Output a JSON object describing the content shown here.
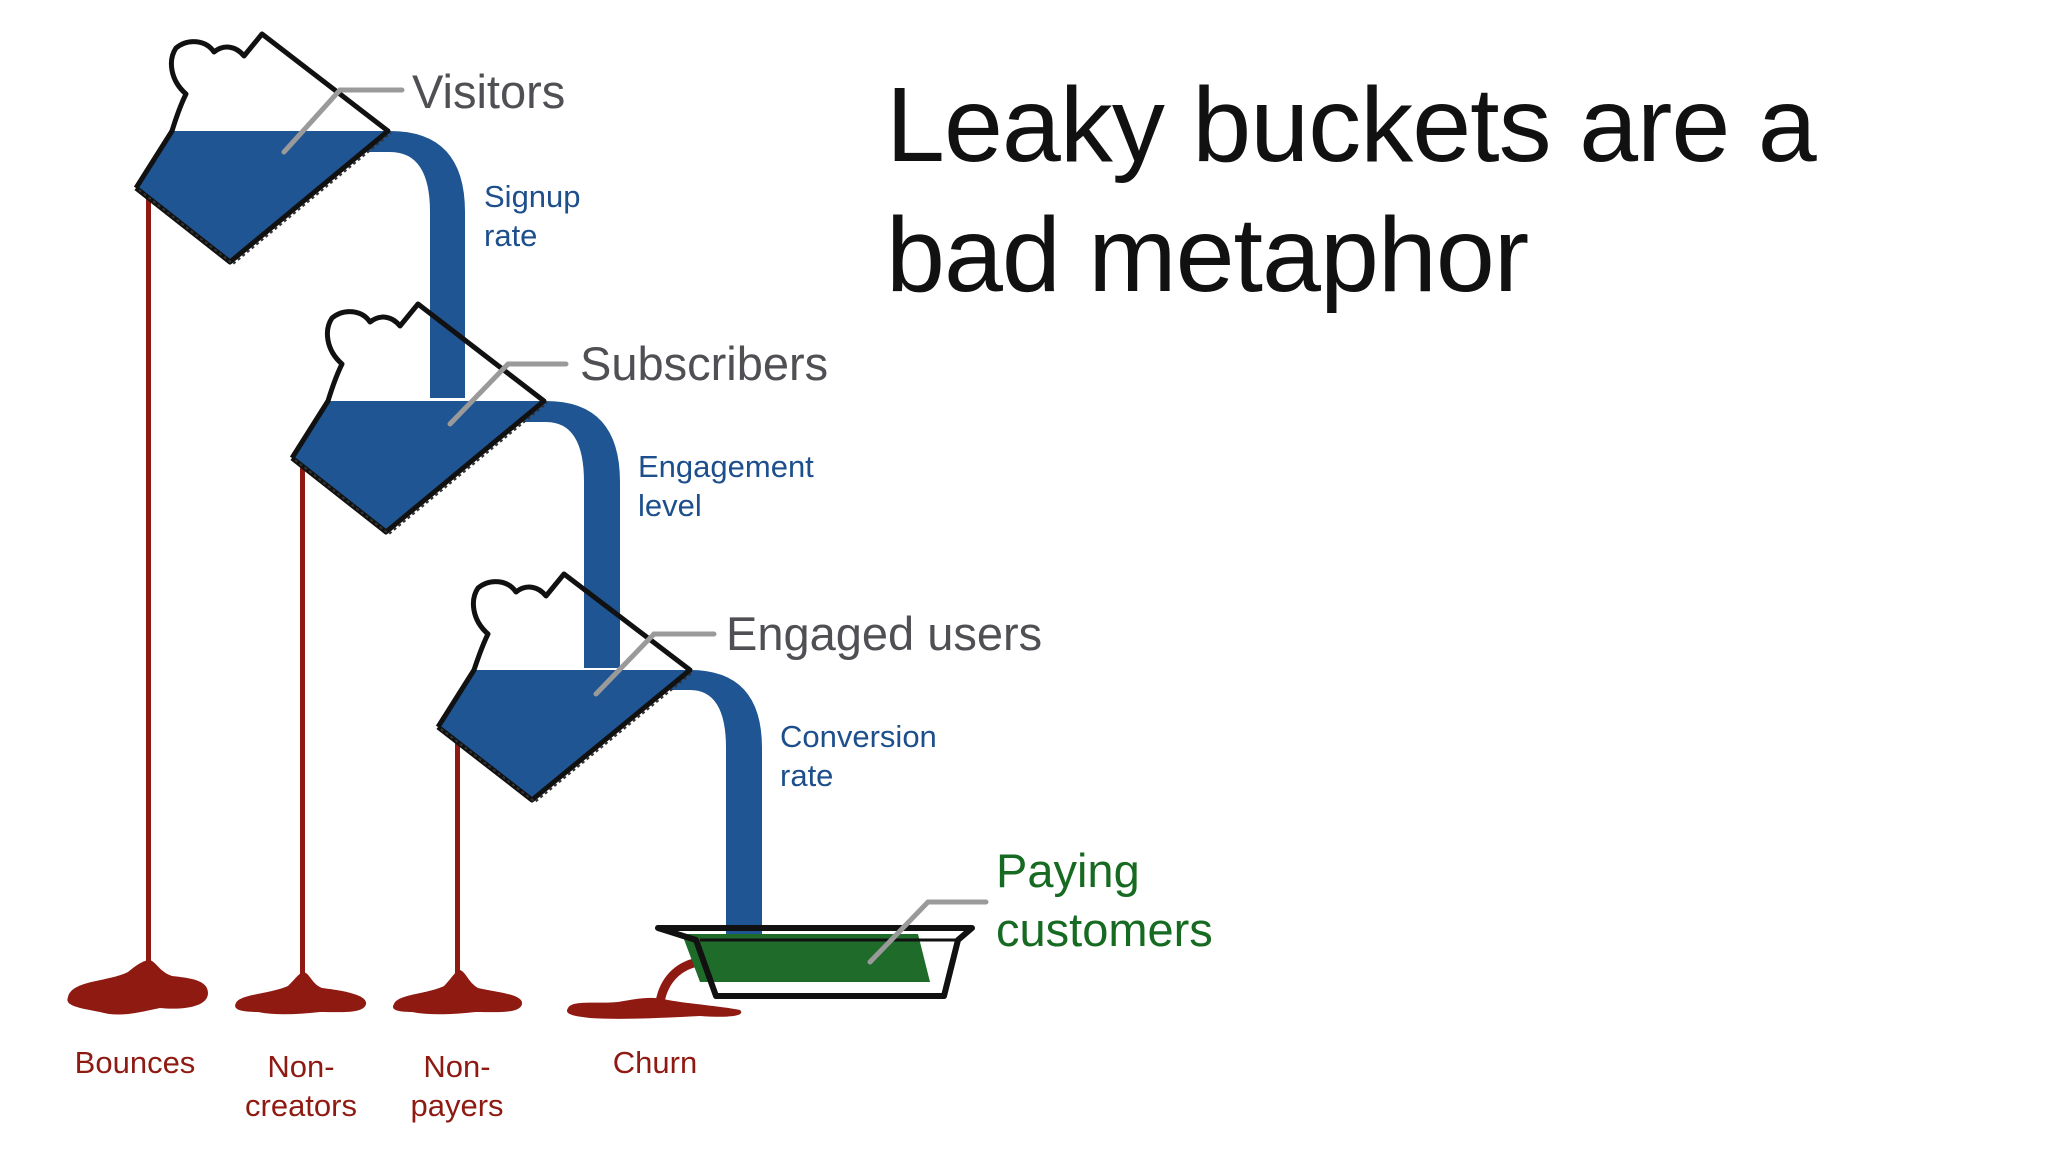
{
  "title": {
    "line1": "Leaky buckets are a",
    "line2": "bad metaphor"
  },
  "stages": {
    "visitors": "Visitors",
    "subscribers": "Subscribers",
    "engaged": "Engaged users",
    "paying_line1": "Paying",
    "paying_line2": "customers"
  },
  "rates": {
    "signup_line1": "Signup",
    "signup_line2": "rate",
    "engagement_line1": "Engagement",
    "engagement_line2": "level",
    "conversion_line1": "Conversion",
    "conversion_line2": "rate"
  },
  "leaks": {
    "bounces": "Bounces",
    "noncreators_line1": "Non-",
    "noncreators_line2": "creators",
    "nonpayers_line1": "Non-",
    "nonpayers_line2": "payers",
    "churn": "Churn"
  },
  "colors": {
    "water": "#1f5592",
    "leak": "#8e1a12",
    "bucket_outline": "#111111",
    "paying_fill": "#1e6b2a",
    "stage_text": "#4f4f54",
    "rate_text": "#1d4f8c",
    "paying_text": "#166a21",
    "pointer": "#9a9a9a"
  }
}
